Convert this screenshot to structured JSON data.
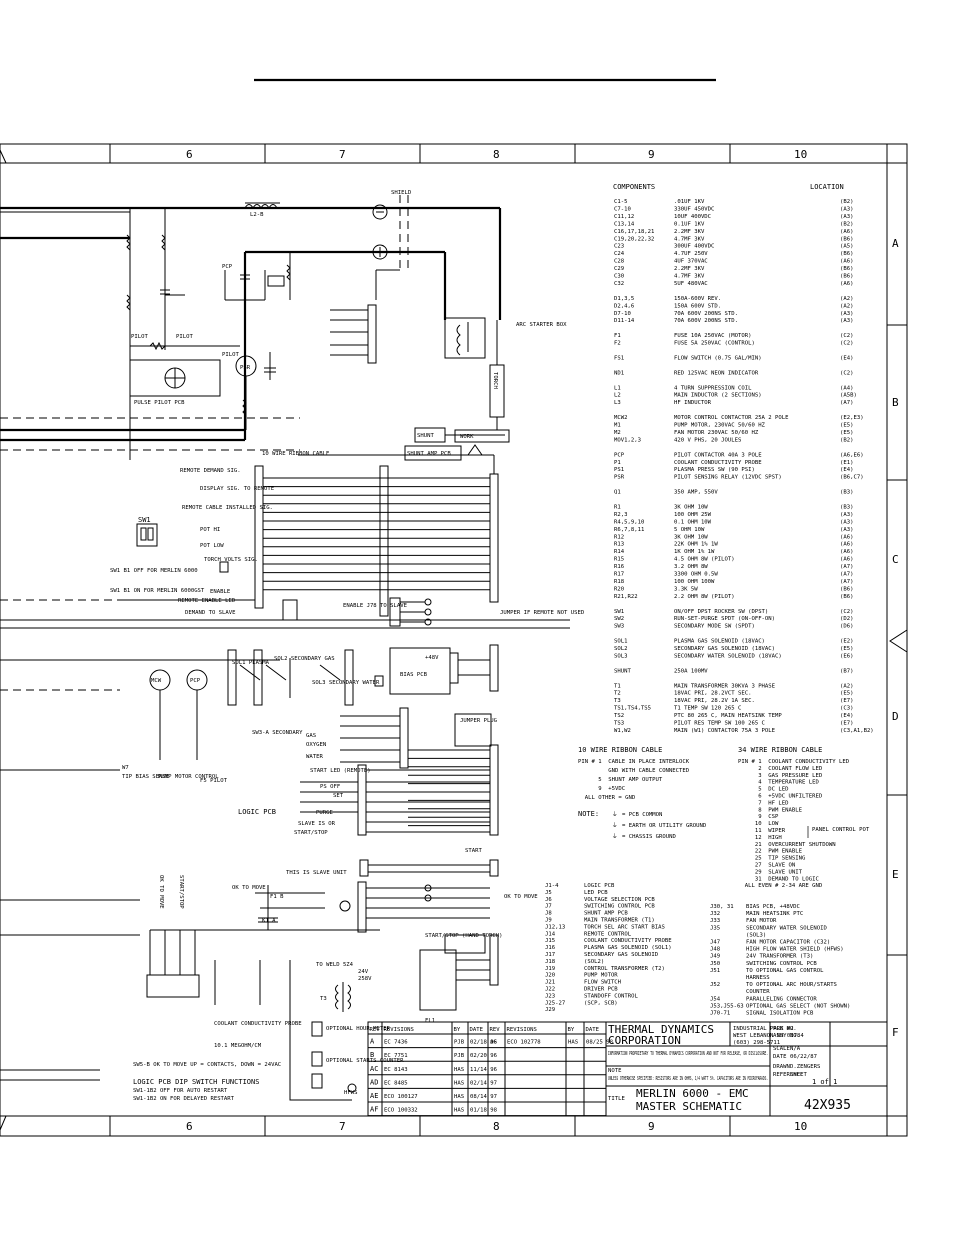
{
  "border": {
    "col_labels": [
      "6",
      "7",
      "8",
      "9",
      "10"
    ],
    "row_labels": [
      "A",
      "B",
      "C",
      "D",
      "E",
      "F"
    ]
  },
  "components": {
    "heading": "COMPONENTS",
    "location_heading": "LOCATION",
    "rows": [
      [
        "C1-5",
        ".01UF 1KV",
        "(B2)"
      ],
      [
        "C7-10",
        "330UF 450VDC",
        "(A3)"
      ],
      [
        "C11,12",
        "10UF 400VDC",
        "(A3)"
      ],
      [
        "C13,14",
        "0.1UF 1KV",
        "(B2)"
      ],
      [
        "C16,17,18,21",
        "2.2MF 3KV",
        "(A6)"
      ],
      [
        "C19,20,22,32",
        "4.7MF 3KV",
        "(B6)"
      ],
      [
        "C23",
        "300UF 400VDC",
        "(A5)"
      ],
      [
        "C24",
        "4.7UF 250V",
        "(B6)"
      ],
      [
        "C28",
        "4UF 370VAC",
        "(A6)"
      ],
      [
        "C29",
        "2.2MF 3KV",
        "(B6)"
      ],
      [
        "C30",
        "4.7MF 3KV",
        "(B6)"
      ],
      [
        "C32",
        "5UF 480VAC",
        "(A6)"
      ],
      [
        "",
        "",
        ""
      ],
      [
        "D1,3,5",
        "150A-600V REV.",
        "(A2)"
      ],
      [
        "D2,4,6",
        "150A 600V STD.",
        "(A2)"
      ],
      [
        "D7-10",
        "70A 600V 200NS STD.",
        "(A3)"
      ],
      [
        "D11-14",
        "70A 600V 200NS STD.",
        "(A3)"
      ],
      [
        "",
        "",
        ""
      ],
      [
        "F1",
        "FUSE 10A 250VAC (MOTOR)",
        "(C2)"
      ],
      [
        "F2",
        "FUSE 5A 250VAC (CONTROL)",
        "(C2)"
      ],
      [
        "",
        "",
        ""
      ],
      [
        "FS1",
        "FLOW SWITCH (0.75 GAL/MIN)",
        "(E4)"
      ],
      [
        "",
        "",
        ""
      ],
      [
        "ND1",
        "RED 125VAC NEON INDICATOR",
        "(C2)"
      ],
      [
        "",
        "",
        ""
      ],
      [
        "L1",
        "4 TURN SUPPRESSION COIL",
        "(A4)"
      ],
      [
        "L2",
        "MAIN INDUCTOR (2 SECTIONS)",
        "(A5B)"
      ],
      [
        "L3",
        "HF INDUCTOR",
        "(A7)"
      ],
      [
        "",
        "",
        ""
      ],
      [
        "MCW2",
        "MOTOR CONTROL CONTACTOR 25A 2 POLE",
        "(E2,E3)"
      ],
      [
        "M1",
        "PUMP MOTOR, 230VAC 50/60 HZ",
        "(E5)"
      ],
      [
        "M2",
        "FAN MOTOR 230VAC 50/60 HZ",
        "(E5)"
      ],
      [
        "MOV1,2,3",
        "420 V PHS, 20 JOULES",
        "(B2)"
      ],
      [
        "",
        "",
        ""
      ],
      [
        "PCP",
        "PILOT CONTACTOR 40A 3 POLE",
        "(A6,E6)"
      ],
      [
        "P1",
        "COOLANT CONDUCTIVITY PROBE",
        "(E1)"
      ],
      [
        "PS1",
        "PLASMA PRESS SW (90 PSI)",
        "(E4)"
      ],
      [
        "PSR",
        "PILOT SENSING RELAY (12VDC SPST)",
        "(B6,C7)"
      ],
      [
        "",
        "",
        ""
      ],
      [
        "Q1",
        "350 AMP, 550V",
        "(B3)"
      ],
      [
        "",
        "",
        ""
      ],
      [
        "R1",
        "3K OHM 10W",
        "(B3)"
      ],
      [
        "R2,3",
        "100 OHM 25W",
        "(A3)"
      ],
      [
        "R4,5,9,10",
        "0.1 OHM 10W",
        "(A3)"
      ],
      [
        "R6,7,8,11",
        "5 OHM 10W",
        "(A3)"
      ],
      [
        "R12",
        "3K OHM 10W",
        "(A6)"
      ],
      [
        "R13",
        "22K OHM 1% 1W",
        "(A6)"
      ],
      [
        "R14",
        "1K OHM 1% 1W",
        "(A6)"
      ],
      [
        "R15",
        "4.5 OHM 8W (PILOT)",
        "(A6)"
      ],
      [
        "R16",
        "3.2 OHM 8W",
        "(A7)"
      ],
      [
        "R17",
        "3300 OHM 0.5W",
        "(A7)"
      ],
      [
        "R18",
        "100 OHM 100W",
        "(A7)"
      ],
      [
        "R20",
        "3.3K 5W",
        "(B6)"
      ],
      [
        "R21,R22",
        "2.2 OHM 8W (PILOT)",
        "(B6)"
      ],
      [
        "",
        "",
        ""
      ],
      [
        "SW1",
        "ON/OFF DPST ROCKER SW (DPST)",
        "(C2)"
      ],
      [
        "SW2",
        "RUN-SET-PURGE SPDT (ON-OFF-ON)",
        "(D2)"
      ],
      [
        "SW3",
        "SECONDARY MODE SW (SPDT)",
        "(D6)"
      ],
      [
        "",
        "",
        ""
      ],
      [
        "SOL1",
        "PLASMA GAS SOLENOID (18VAC)",
        "(E2)"
      ],
      [
        "SOL2",
        "SECONDARY GAS SOLENOID (18VAC)",
        "(E5)"
      ],
      [
        "SOL3",
        "SECONDARY WATER SOLENOID (18VAC)",
        "(E6)"
      ],
      [
        "",
        "",
        ""
      ],
      [
        "SHUNT",
        "250A 100MV",
        "(B7)"
      ],
      [
        "",
        "",
        ""
      ],
      [
        "T1",
        "MAIN TRANSFORMER 30KVA 3 PHASE",
        "(A2)"
      ],
      [
        "T2",
        "18VAC PRI, 28.2VCT SEC.",
        "(E5)"
      ],
      [
        "T3",
        "18VAC PRI, 28.2V 1A SEC.",
        "(E7)"
      ],
      [
        "TS1,TS4,TS5",
        "T1 TEMP SW 120 265 C",
        "(C3)"
      ],
      [
        "TS2",
        "PTC 80 265 C, MAIN HEATSINK TEMP",
        "(E4)"
      ],
      [
        "TS3",
        "PILOT RES TEMP SW 100 265 C",
        "(E7)"
      ],
      [
        "W1,W2",
        "MAIN (W1) CONTACTOR 75A 3 POLE",
        "(C3,A1,B2)"
      ]
    ]
  },
  "ribbon10": {
    "title": "10 WIRE RIBBON CABLE",
    "lines": [
      "PIN # 1  CABLE IN PLACE INTERLOCK",
      "         GND WITH CABLE CONNECTED",
      "      5  SHUNT AMP OUTPUT",
      "      9  +5VDC",
      "  ALL OTHER = GND"
    ]
  },
  "ribbon34": {
    "title": "34 WIRE RIBBON CABLE",
    "lines": [
      "PIN # 1  COOLANT CONDUCTIVITY LED",
      "      2  COOLANT FLOW LED",
      "      3  GAS PRESSURE LED",
      "      4  TEMPERATURE LED",
      "      5  DC LED",
      "      6  +5VDC UNFILTERED",
      "      7  HF LED",
      "      8  PWM ENABLE",
      "      9  CSP",
      "     10  LOW",
      "     11  WIPER",
      "     12  HIGH",
      "     21  OVERCURRENT SHUTDOWN",
      "     22  PWM ENABLE",
      "     25  TIP SENSING",
      "     27  SLAVE ON",
      "     29  SLAVE UNIT",
      "     31  DEMAND TO LOGIC",
      "  ALL EVEN # 2-34 ARE GND"
    ],
    "panel_control": "PANEL CONTROL POT"
  },
  "notes": {
    "label": "NOTE:",
    "lines": [
      "= PCB COMMON",
      "= EARTH OR UTILITY GROUND",
      "= CHASSIS GROUND"
    ]
  },
  "connectors": {
    "rows": [
      [
        "J1-4",
        "LOGIC PCB"
      ],
      [
        "J5",
        "LED PCB"
      ],
      [
        "J6",
        "VOLTAGE SELECTION PCB"
      ],
      [
        "J7",
        "SWITCHING CONTROL PCB"
      ],
      [
        "J8",
        "SHUNT AMP PCB"
      ],
      [
        "J9",
        "MAIN TRANSFORMER (T1)"
      ],
      [
        "J12,13",
        "TORCH SEL ARC START BIAS"
      ],
      [
        "J14",
        "REMOTE CONTROL"
      ],
      [
        "J15",
        "COOLANT CONDUCTIVITY PROBE"
      ],
      [
        "J16",
        "PLASMA GAS SOLENOID (SOL1)"
      ],
      [
        "J17",
        "SECONDARY GAS SOLENOID"
      ],
      [
        "J18",
        "(SOL2)"
      ],
      [
        "J19",
        "CONTROL TRANSFORMER (T2)"
      ],
      [
        "J20",
        "PUMP MOTOR"
      ],
      [
        "J21",
        "FLOW SWITCH"
      ],
      [
        "J22",
        "DRIVER PCB"
      ],
      [
        "J23",
        "STANDOFF CONTROL"
      ],
      [
        "J25-27",
        "(SCP, SCB)"
      ],
      [
        "J29",
        ""
      ]
    ],
    "rows2": [
      [
        "J30, 31",
        "BIAS PCB, +48VDC"
      ],
      [
        "J32",
        "MAIN HEATSINK PTC"
      ],
      [
        "J33",
        "FAN MOTOR"
      ],
      [
        "J35",
        "SECONDARY WATER SOLENOID"
      ],
      [
        "",
        "(SOL3)"
      ],
      [
        "J47",
        "FAN MOTOR CAPACITOR (C32)"
      ],
      [
        "J48",
        "HIGH FLOW WATER SHIELD (HFWS)"
      ],
      [
        "J49",
        "24V TRANSFORMER (T3)"
      ],
      [
        "J50",
        "SWITCHING CONTROL PCB"
      ],
      [
        "J51",
        "TO OPTIONAL GAS CONTROL"
      ],
      [
        "",
        "HARNESS"
      ],
      [
        "J52",
        "TO OPTIONAL ARC HOUR/STARTS"
      ],
      [
        "",
        "COUNTER"
      ],
      [
        "J54",
        "PARALLELING CONNECTOR"
      ],
      [
        "J53,J55-63",
        "OPTIONAL GAS SELECT (NOT SHOWN)"
      ],
      [
        "J70-71",
        "SIGNAL ISOLATION PCB"
      ]
    ]
  },
  "revisions": {
    "head": [
      "REV",
      "REVISIONS",
      "BY",
      "DATE",
      "REV",
      "REVISIONS",
      "BY",
      "DATE"
    ],
    "rows": [
      [
        "A",
        "EC 7436",
        "PJB",
        "02/18 96",
        "AG",
        "ECO 102778",
        "HAS",
        "08/25 98"
      ],
      [
        "B",
        "EC 7751",
        "PJB",
        "02/20 96",
        "",
        "",
        "",
        ""
      ],
      [
        "AC",
        "EC 8143",
        "HAS",
        "11/14 96",
        "",
        "",
        "",
        ""
      ],
      [
        "AD",
        "EC 8485",
        "HAS",
        "02/14 97",
        "",
        "",
        "",
        ""
      ],
      [
        "AE",
        "ECO 100127",
        "HAS",
        "08/14 97",
        "",
        "",
        "",
        ""
      ],
      [
        "AF",
        "ECO 100332",
        "HAS",
        "01/18 98",
        "",
        "",
        "",
        ""
      ]
    ]
  },
  "title_block": {
    "company": [
      "THERMAL DYNAMICS",
      "CORPORATION"
    ],
    "address": [
      "INDUSTRIAL PARK #2",
      "WEST LEBANON NH 03784",
      "(603) 298-5711"
    ],
    "note_label": "NOTE",
    "note_text": "UNLESS OTHERWISE SPECIFIED: RESISTORS ARE IN OHMS, 1/4 WATT 5%. CAPACITORS ARE IN MICROFARADS.",
    "proprietary": "INFORMATION PROPRIETARY TO THERMAL DYNAMICS CORPORATION AND NOT FOR RELEASE, OR DISCLOSURE.",
    "title_label": "TITLE",
    "title_lines": [
      "MERLIN 6000 - EMC",
      "MASTER SCHEMATIC"
    ],
    "fields": [
      [
        "PCB NO.",
        ""
      ],
      [
        "ASSY NO.",
        ""
      ],
      [
        "SCALE",
        "N/A"
      ],
      [
        "DATE",
        "06/22/87"
      ],
      [
        "DRAWN",
        "D.ZENGERS"
      ],
      [
        "REFERENCE",
        "SHEET"
      ],
      [
        "",
        "1 of 1"
      ]
    ],
    "drawing_number": "42X935"
  },
  "labels": {
    "shield": "SHIELD",
    "torch": "TORCH",
    "work": "WORK",
    "shunt": "SHUNT",
    "shunt_amp": "SHUNT AMP PCB",
    "arc_starter": "ARC STARTER BOX",
    "pulse_pilot": "PULSE PILOT PCB",
    "pilot": "PILOT",
    "psr": "PSR",
    "pcp": "PCP",
    "l2": "L2-B",
    "ribbon10_label": "10 WIRE RIBBON CABLE",
    "remote_demand": "REMOTE DEMAND SIG.",
    "display_sig": "DISPLAY SIG. TO REMOTE",
    "remote_cable": "REMOTE CABLE INSTALLED SIG.",
    "pot_hi": "POT HI",
    "pot_low": "POT LOW",
    "torch_volts": "TORCH VOLTS SIG.",
    "enable": "ENABLE",
    "remote_enable": "REMOTE ENABLE LED",
    "demand_slave": "DEMAND TO SLAVE",
    "sw1": "SW1",
    "sw1_a": "SW1 B1 OFF FOR MERLIN 6000",
    "sw1_b": "SW1 B1 ON FOR MERLIN 6000GST",
    "enable_slave": "ENABLE J78 TO SLAVE",
    "jumper": "JUMPER IF REMOTE NOT USED",
    "bias_pcb": "BIAS PCB",
    "v48": "+48V",
    "sol1": "SOL1 PLASMA",
    "sol2": "SOL2 SECONDARY GAS",
    "sol3": "SOL3 SECONDARY WATER",
    "mcw": "MCW",
    "jumper_plug": "JUMPER PLUG",
    "sw3a": "SW3-A SECONDARY",
    "gas": "GAS",
    "oxygen": "OXYGEN",
    "water": "WATER",
    "tip_bias": "TIP BIAS SENSE",
    "pump_motor": "PUMP MOTOR CONTROL",
    "f5_pilot": "F5 PILOT",
    "start_led": "START LED (REMOTE)",
    "ps_off": "PS OFF",
    "set": "SET",
    "logic_pcb": "LOGIC PCB",
    "purge": "PURGE",
    "slave_is": "SLAVE IS OR",
    "start_stop": "START/STOP",
    "start": "START",
    "this_is_slave": "THIS IS SLAVE UNIT",
    "ok_to_move": "OK TO MOVE",
    "ok_to_move2": "OK TO MOVE",
    "start_stop_hand": "START/STOP (HAND TORCH)",
    "to_weld": "TO WELD 5Z4",
    "fl1": "FL1",
    "t3": "T3",
    "coolant_probe": "COOLANT CONDUCTIVITY PROBE",
    "coolant_ohm": "10.1 MEGOHM/CM",
    "opt_hour": "OPTIONAL HOUR METER",
    "opt_starts": "OPTIONAL STARTS COUNTER",
    "hfws": "HFWS",
    "sw5": "SW5-B OK TO MOVE UP = CONTACTS, DOWN = 24VAC",
    "dip_title": "LOGIC PCB DIP SWITCH FUNCTIONS",
    "dip1": "SW1-1B2 OFF FOR AUTO RESTART",
    "dip2": "SW1-1B2 ON FOR DELAYED RESTART",
    "ok_move_v": "OK TO MOVE",
    "start_stop_v": "START/STOP",
    "k1": "K1 A",
    "f1b": "F1 B",
    "v24": "24V",
    "v258": "258V",
    "w7": "W7"
  }
}
